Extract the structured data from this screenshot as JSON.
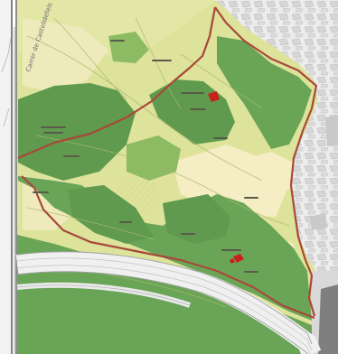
{
  "map": {
    "street_labels": [
      "Carrer de Castelldefels"
    ],
    "colors": {
      "forest": "#5f9a4e",
      "forest_light": "#8dbb63",
      "meadow": "#dde39a",
      "meadow_pale": "#eeeabb",
      "cropland": "#f5edc3",
      "urban": "#e6e6e6",
      "urban_block": "#cfcfcf",
      "boundary": "#a8483a",
      "frame": "#6a6a6a",
      "highway": "#ededed",
      "building": "#c8211a"
    },
    "features": [
      "boundary-line",
      "highway",
      "forest-area",
      "meadow-area",
      "cropland-area",
      "urban-area",
      "building-marker"
    ]
  }
}
